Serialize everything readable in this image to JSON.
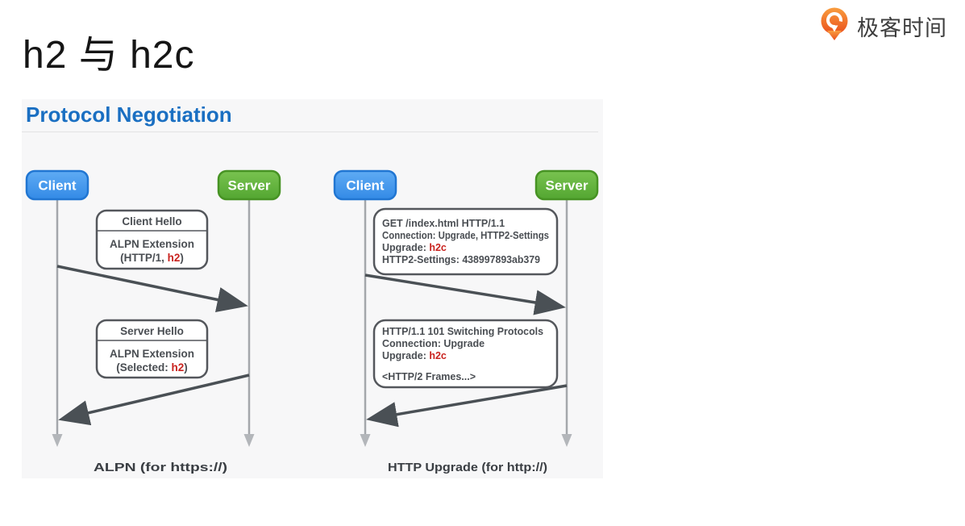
{
  "page": {
    "title": "h2 与 h2c"
  },
  "logo": {
    "text": "极客时间"
  },
  "panel": {
    "title": "Protocol Negotiation",
    "title_color": "#1a6fc2",
    "background": "#f7f7f8"
  },
  "colors": {
    "highlight_red": "#c9231f",
    "client_blue": "#459ced",
    "server_green": "#64b43e",
    "arrow_gray": "#4a5055",
    "lifeline_gray": "#a4a7ab"
  },
  "diagrams": [
    {
      "client_label": "Client",
      "server_label": "Server",
      "request": {
        "header": "Client Hello",
        "line1": "ALPN Extension",
        "line2_prefix": "(HTTP/1, ",
        "line2_highlight": "h2",
        "line2_suffix": ")"
      },
      "response": {
        "header": "Server Hello",
        "line1": "ALPN Extension",
        "line2_prefix": "(Selected: ",
        "line2_highlight": "h2",
        "line2_suffix": ")"
      },
      "caption": "ALPN (for https://)"
    },
    {
      "client_label": "Client",
      "server_label": "Server",
      "request": {
        "line1": "GET /index.html HTTP/1.1",
        "line2": "Connection: Upgrade, HTTP2-Settings",
        "line3_prefix": "Upgrade: ",
        "line3_highlight": "h2c",
        "line4": "HTTP2-Settings: 438997893ab379"
      },
      "response": {
        "line1": "HTTP/1.1 101 Switching Protocols",
        "line2": "Connection: Upgrade",
        "line3_prefix": "Upgrade: ",
        "line3_highlight": "h2c",
        "frames_note": "<HTTP/2 Frames...>"
      },
      "caption": "HTTP Upgrade (for http://)"
    }
  ]
}
